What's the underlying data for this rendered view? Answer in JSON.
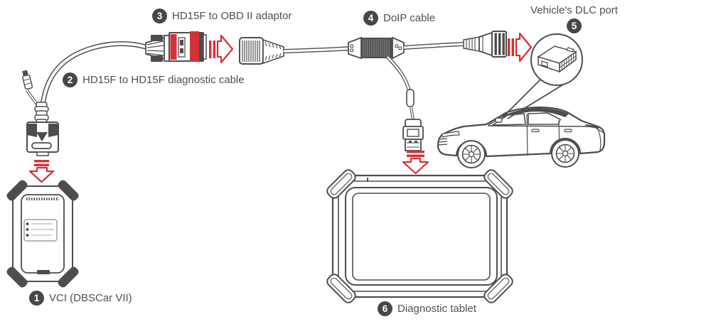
{
  "diagram": {
    "steps": [
      {
        "number": "1",
        "label": "VCI (DBSCar VII)"
      },
      {
        "number": "2",
        "label": "HD15F to HD15F diagnostic cable"
      },
      {
        "number": "3",
        "label": "HD15F to OBD II adaptor"
      },
      {
        "number": "4",
        "label": "DoIP cable"
      },
      {
        "number": "5",
        "label": "Vehicle's DLC port"
      },
      {
        "number": "6",
        "label": "Diagnostic tablet"
      }
    ],
    "icons": {
      "arrow_right": "block-arrow-right",
      "arrow_down": "block-arrow-down",
      "magnifier": "callout-circle"
    },
    "colors": {
      "accent_red": "#d23238",
      "line_gray": "#4d4d4d",
      "badge_bg": "#474747",
      "text_gray": "#4f4f4f"
    }
  }
}
